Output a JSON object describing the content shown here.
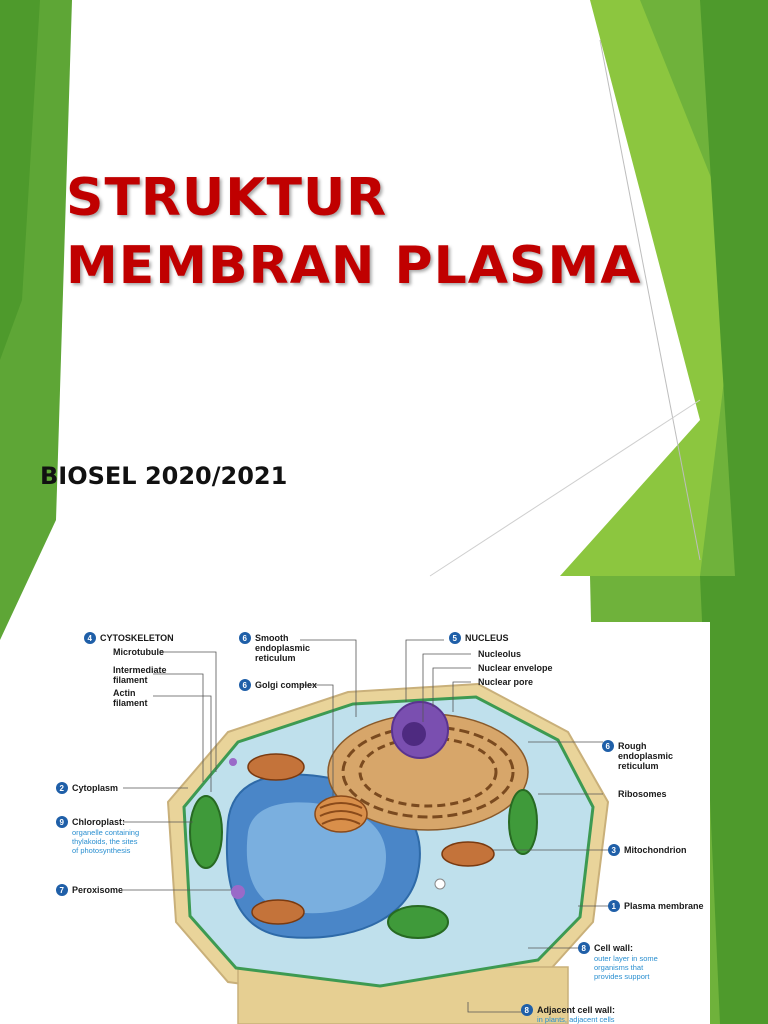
{
  "slide": {
    "title_line1": "STRUKTUR",
    "title_line2": "MEMBRAN PLASMA",
    "subtitle": "BIOSEL 2020/2021"
  },
  "colors": {
    "title": "#c00000",
    "green_dark": "#4e9a2c",
    "green_light": "#8cc63f",
    "label_blue": "#2a8fd0"
  },
  "diagram": {
    "labels": {
      "cytoskeleton": "CYTOSKELETON",
      "microtubule": "Microtubule",
      "intermediate_1": "Intermediate",
      "intermediate_2": "filament",
      "actin_1": "Actin",
      "actin_2": "filament",
      "smooth_er_1": "Smooth",
      "smooth_er_2": "endoplasmic",
      "smooth_er_3": "reticulum",
      "golgi": "Golgi complex",
      "nucleus": "NUCLEUS",
      "nucleolus": "Nucleolus",
      "nuclear_envelope": "Nuclear envelope",
      "nuclear_pore": "Nuclear pore",
      "rough_er_1": "Rough",
      "rough_er_2": "endoplasmic",
      "rough_er_3": "reticulum",
      "ribosomes": "Ribosomes",
      "cytoplasm": "Cytoplasm",
      "chloroplast": "Chloroplast:",
      "chloroplast_desc_1": "organelle containing",
      "chloroplast_desc_2": "thylakoids, the sites",
      "chloroplast_desc_3": "of photosynthesis",
      "mitochondrion": "Mitochondrion",
      "peroxisome": "Peroxisome",
      "plasma_membrane": "Plasma membrane",
      "cell_wall": "Cell wall:",
      "cell_wall_desc_1": "outer layer in some",
      "cell_wall_desc_2": "organisms that",
      "cell_wall_desc_3": "provides support",
      "adjacent_cell_wall": "Adjacent cell wall:",
      "adjacent_desc_1": "in plants, adjacent cells"
    },
    "numbers": {
      "cytoskeleton": "4",
      "smooth_er": "6",
      "golgi": "6",
      "nucleus": "5",
      "rough_er": "6",
      "cytoplasm": "2",
      "chloroplast": "9",
      "mitochondrion": "3",
      "peroxisome": "7",
      "plasma_membrane": "1",
      "cell_wall": "8",
      "adjacent_cell_wall": "8"
    }
  }
}
